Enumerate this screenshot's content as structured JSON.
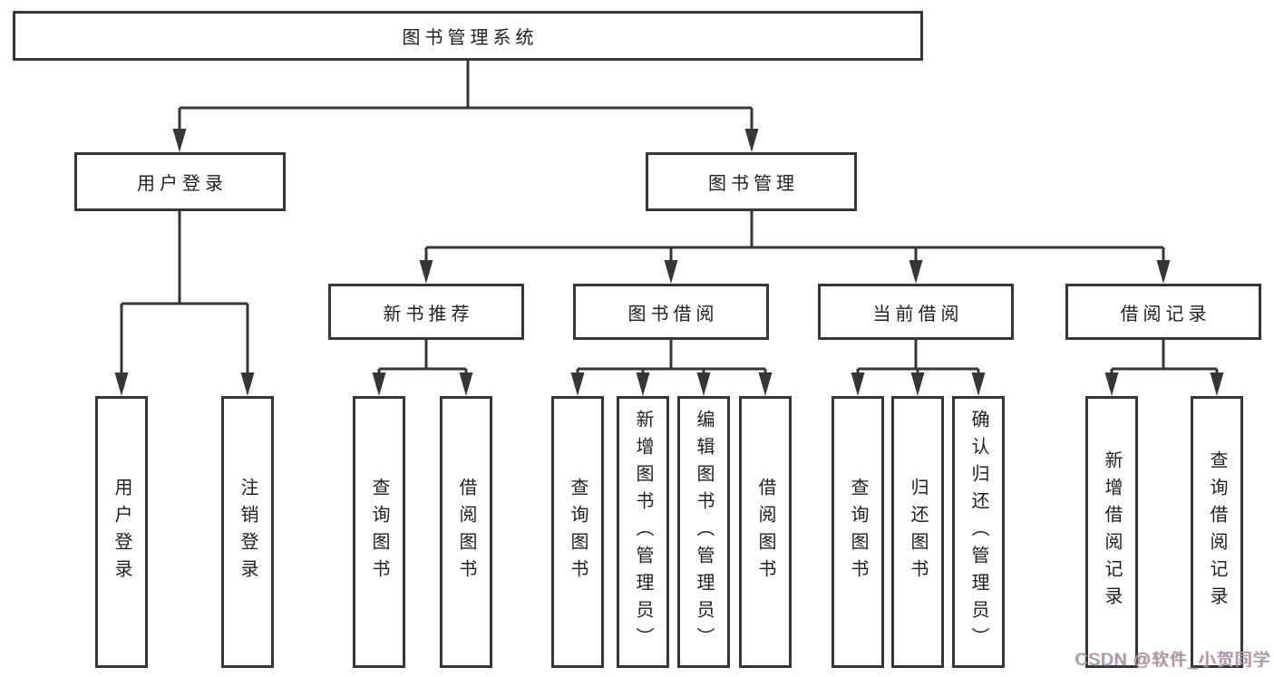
{
  "diagram_title": "图书管理系统",
  "colors": {
    "line": "#363636",
    "box_border": "#363636",
    "text": "#1f1f1f",
    "background": "#ffffff",
    "watermark": "#9d9d9d"
  },
  "tree": {
    "root": {
      "label": "图书管理系统",
      "children": [
        {
          "label": "用户登录",
          "children": [
            {
              "label": "用户登录"
            },
            {
              "label": "注销登录"
            }
          ]
        },
        {
          "label": "图书管理",
          "children": [
            {
              "label": "新书推荐",
              "children": [
                {
                  "label": "查询图书"
                },
                {
                  "label": "借阅图书"
                }
              ]
            },
            {
              "label": "图书借阅",
              "children": [
                {
                  "label": "查询图书"
                },
                {
                  "label": "新增图书（管理员）"
                },
                {
                  "label": "编辑图书（管理员）"
                },
                {
                  "label": "借阅图书"
                }
              ]
            },
            {
              "label": "当前借阅",
              "children": [
                {
                  "label": "查询图书"
                },
                {
                  "label": "归还图书"
                },
                {
                  "label": "确认归还（管理员）"
                }
              ]
            },
            {
              "label": "借阅记录",
              "children": [
                {
                  "label": "新增借阅记录"
                },
                {
                  "label": "查询借阅记录"
                }
              ]
            }
          ]
        }
      ]
    }
  },
  "watermark": {
    "text": "CSDN @软件_小贺同学"
  }
}
